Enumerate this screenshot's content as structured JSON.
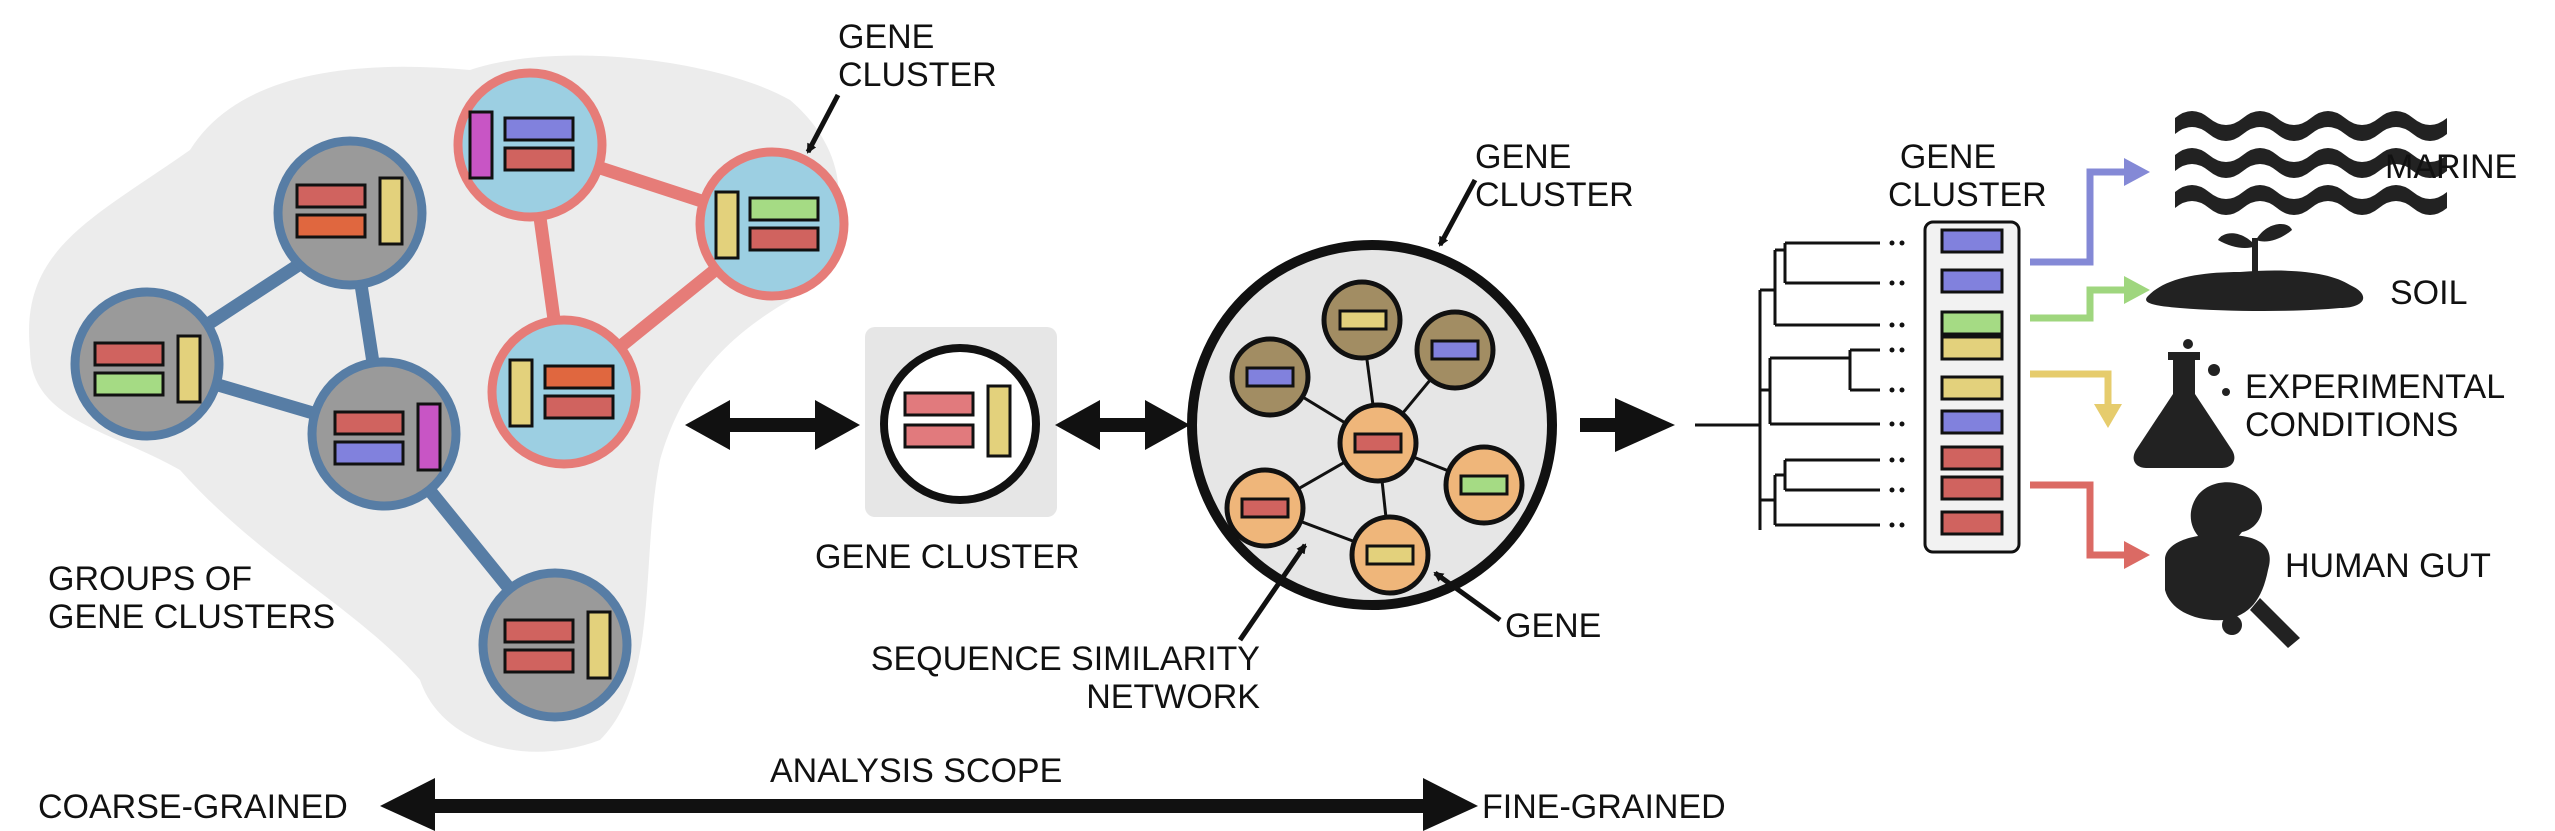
{
  "labels": {
    "gene_cluster_top": [
      "GENE",
      "CLUSTER"
    ],
    "groups_of_gene_clusters": [
      "GROUPS OF",
      "GENE CLUSTERS"
    ],
    "gene_cluster_middle": "GENE CLUSTER",
    "gene_cluster_network": [
      "GENE",
      "CLUSTER"
    ],
    "gene": "GENE",
    "sequence_similarity_network": [
      "SEQUENCE SIMILARITY",
      "NETWORK"
    ],
    "gene_cluster_tree": [
      "GENE",
      "CLUSTER"
    ],
    "analysis_scope": "ANALYSIS SCOPE",
    "coarse_grained": "COARSE-GRAINED",
    "fine_grained": "FINE-GRAINED"
  },
  "environments": [
    {
      "label": "MARINE",
      "icon": "waves-icon",
      "color": "#8489d6"
    },
    {
      "label": "SOIL",
      "icon": "soil-plant-icon",
      "color": "#9fd67e"
    },
    {
      "label": [
        "EXPERIMENTAL",
        "CONDITIONS"
      ],
      "icon": "flask-icon",
      "color": "#e6cc6d"
    },
    {
      "label": "HUMAN GUT",
      "icon": "gut-icon",
      "color": "#db6a64"
    }
  ],
  "colors": {
    "red_gene": "#d0635f",
    "orange_gene": "#e0673f",
    "blue_gene": "#8181dd",
    "green_gene": "#a5db84",
    "yellow_gene": "#e3d17c",
    "pink_gene": "#e17a7d",
    "magenta_gene": "#c855c5",
    "node_grey": "#9a9a9a",
    "node_blue_border": "#577da5",
    "node_cyan": "#9ccfe2",
    "node_red_border": "#e67c78",
    "gene_node_orange": "#efb67a",
    "gene_node_olive": "#a28d63",
    "background_blob": "#ececec"
  },
  "tree_leaf_gene_colors": [
    "blue",
    "blue",
    "green",
    "yellow",
    "yellow",
    "blue",
    "red",
    "red",
    "red"
  ]
}
